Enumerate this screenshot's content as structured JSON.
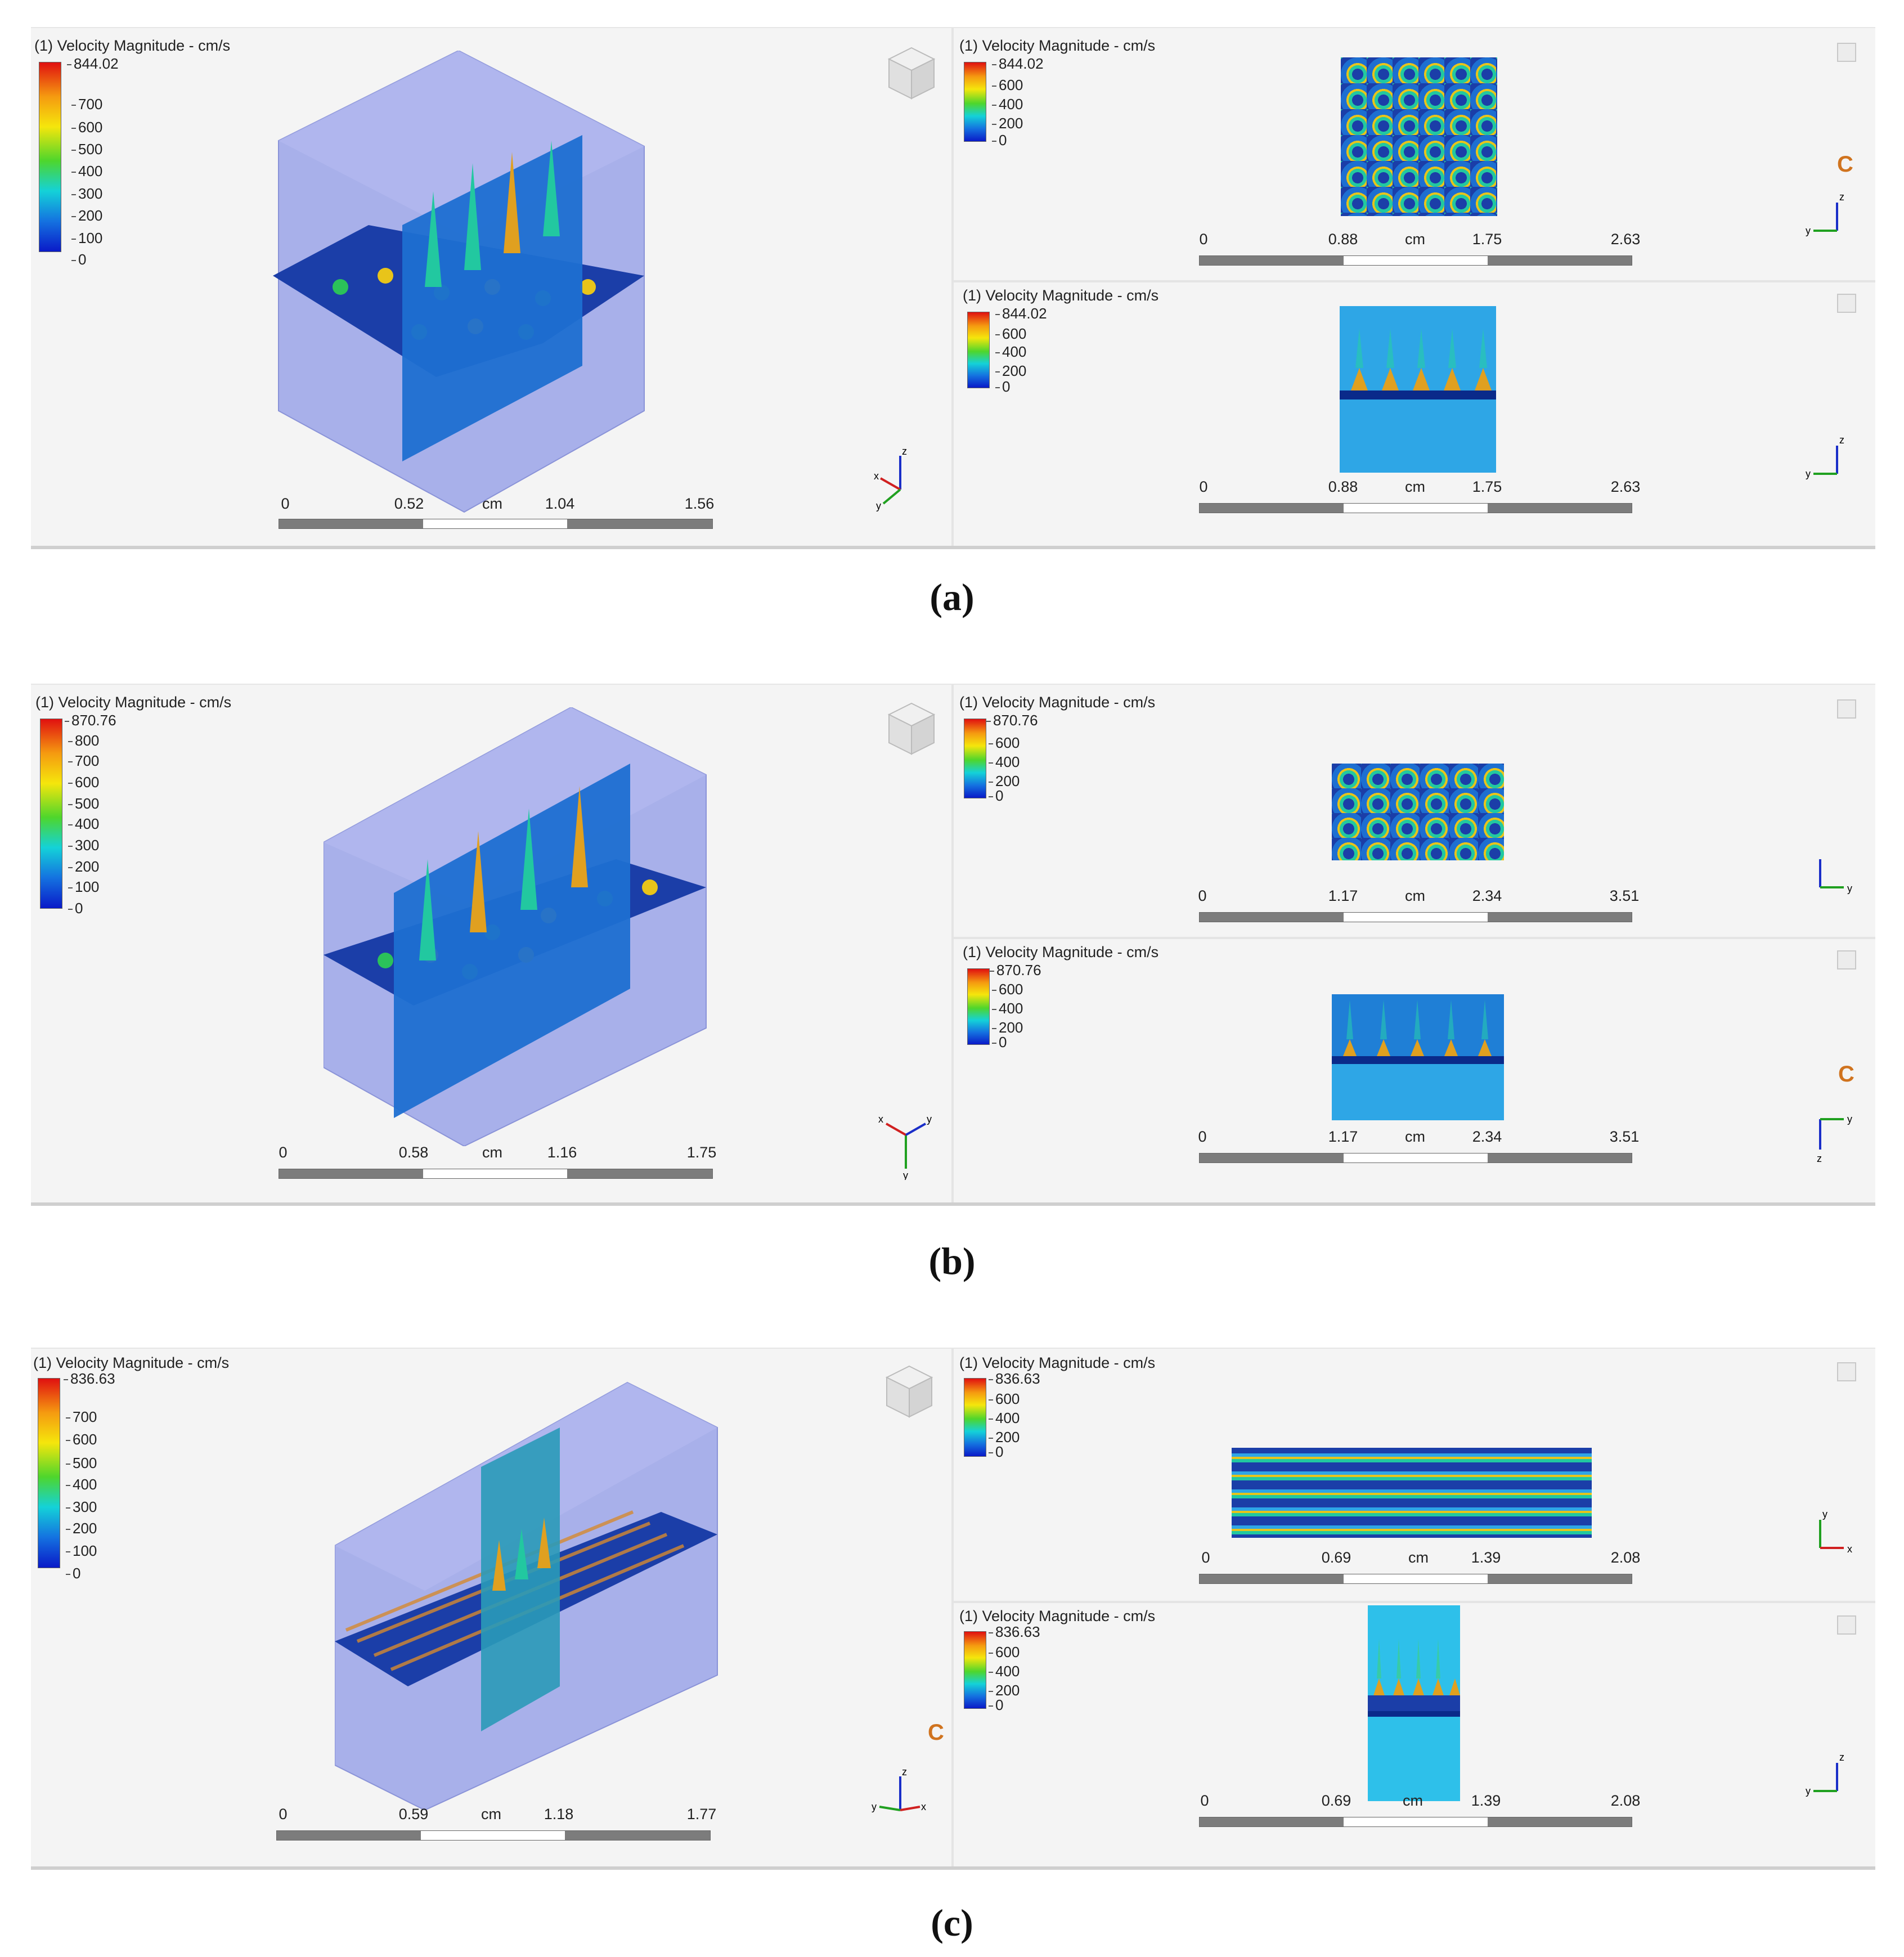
{
  "figures": [
    {
      "caption": "(a)",
      "main": {
        "legend": {
          "title": "(1) Velocity Magnitude - cm/s",
          "max": "844.02",
          "ticks": [
            "700",
            "600",
            "500",
            "400",
            "300",
            "200",
            "100",
            "0"
          ]
        },
        "scale": {
          "labels": [
            "0",
            "0.52",
            "cm",
            "1.04",
            "1.56"
          ]
        }
      },
      "top": {
        "legend": {
          "title": "(1) Velocity Magnitude - cm/s",
          "max": "844.02",
          "ticks": [
            "600",
            "400",
            "200",
            "0"
          ]
        },
        "scale": {
          "labels": [
            "0",
            "0.88",
            "cm",
            "1.75",
            "2.63"
          ]
        },
        "axes": {
          "h": "y",
          "v": "z"
        }
      },
      "bottom": {
        "legend": {
          "title": "(1) Velocity Magnitude - cm/s",
          "max": "844.02",
          "ticks": [
            "600",
            "400",
            "200",
            "0"
          ]
        },
        "scale": {
          "labels": [
            "0",
            "0.88",
            "cm",
            "1.75",
            "2.63"
          ]
        },
        "axes": {
          "h": "y",
          "v": "z"
        }
      },
      "c_mark": "C",
      "main_axes": {
        "a": "z",
        "b": "x",
        "c": "y"
      }
    },
    {
      "caption": "(b)",
      "main": {
        "legend": {
          "title": "(1) Velocity Magnitude - cm/s",
          "max": "870.76",
          "ticks": [
            "800",
            "700",
            "600",
            "500",
            "400",
            "300",
            "200",
            "100",
            "0"
          ]
        },
        "scale": {
          "labels": [
            "0",
            "0.58",
            "cm",
            "1.16",
            "1.75"
          ]
        }
      },
      "top": {
        "legend": {
          "title": "(1) Velocity Magnitude - cm/s",
          "max": "870.76",
          "ticks": [
            "600",
            "400",
            "200",
            "0"
          ]
        },
        "scale": {
          "labels": [
            "0",
            "1.17",
            "cm",
            "2.34",
            "3.51"
          ]
        },
        "axes": {
          "h": "y",
          "v": ""
        }
      },
      "bottom": {
        "legend": {
          "title": "(1) Velocity Magnitude - cm/s",
          "max": "870.76",
          "ticks": [
            "600",
            "400",
            "200",
            "0"
          ]
        },
        "scale": {
          "labels": [
            "0",
            "1.17",
            "cm",
            "2.34",
            "3.51"
          ]
        },
        "axes": {
          "h": "y",
          "v": "z"
        }
      },
      "c_mark": "C",
      "main_axes": {
        "a": "x",
        "b": "y",
        "c": "y"
      }
    },
    {
      "caption": "(c)",
      "main": {
        "legend": {
          "title": "(1) Velocity Magnitude - cm/s",
          "max": "836.63",
          "ticks": [
            "700",
            "600",
            "500",
            "400",
            "300",
            "200",
            "100",
            "0"
          ]
        },
        "scale": {
          "labels": [
            "0",
            "0.59",
            "cm",
            "1.18",
            "1.77"
          ]
        }
      },
      "top": {
        "legend": {
          "title": "(1) Velocity Magnitude - cm/s",
          "max": "836.63",
          "ticks": [
            "600",
            "400",
            "200",
            "0"
          ]
        },
        "scale": {
          "labels": [
            "0",
            "0.69",
            "cm",
            "1.39",
            "2.08"
          ]
        },
        "axes": {
          "h": "x",
          "v": "y"
        }
      },
      "bottom": {
        "legend": {
          "title": "(1) Velocity Magnitude - cm/s",
          "max": "836.63",
          "ticks": [
            "600",
            "400",
            "200",
            "0"
          ]
        },
        "scale": {
          "labels": [
            "0",
            "0.69",
            "cm",
            "1.39",
            "2.08"
          ]
        },
        "axes": {
          "h": "y",
          "v": "z"
        }
      },
      "c_mark": "C",
      "main_axes": {
        "a": "z",
        "b": "x",
        "c": "y"
      }
    }
  ],
  "colors": {
    "panel_bg": "#f4f4f4",
    "box_fill": "#9aa3e8",
    "slice_blue": "#1d6fd1",
    "c_mark": "#d0731e"
  }
}
